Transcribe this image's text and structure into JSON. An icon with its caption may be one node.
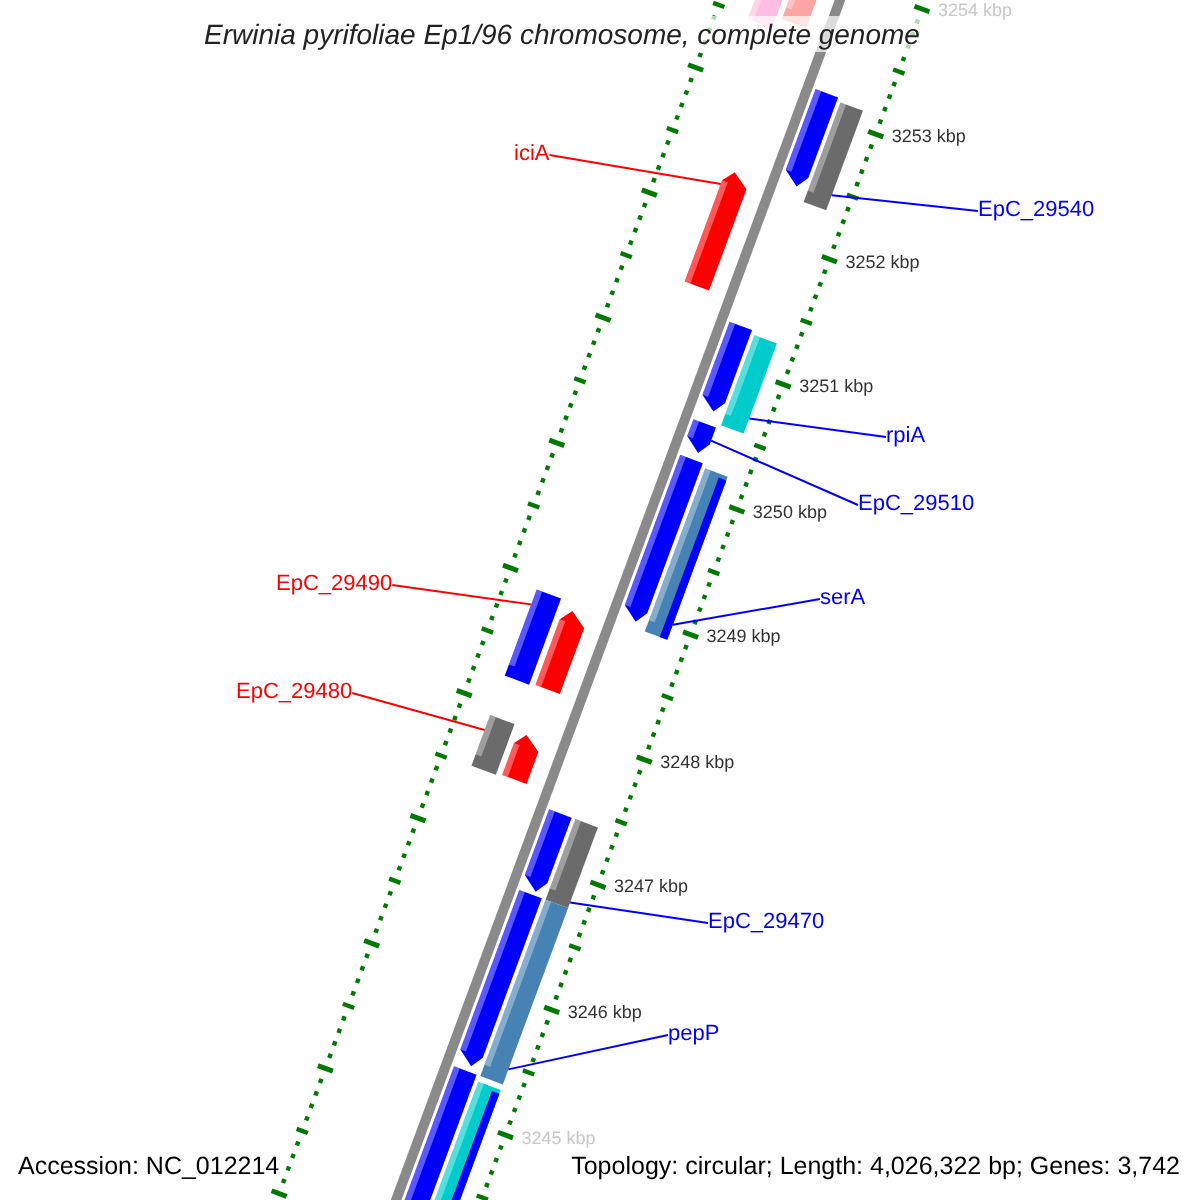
{
  "diagram": {
    "title": "Erwinia pyrifoliae Ep1/96 chromosome, complete genome",
    "nodes": [
      {
        "text": [
          "iciA"
        ]
      },
      {
        "text": [
          "EpC_29540"
        ]
      },
      {
        "text": [
          "rpiA"
        ]
      },
      {
        "text": [
          "EpC_29510"
        ]
      },
      {
        "text": [
          "serA"
        ]
      },
      {
        "text": [
          "EpC_29490"
        ]
      },
      {
        "text": [
          "EpC_29480"
        ]
      },
      {
        "text": [
          "EpC_29470"
        ]
      },
      {
        "text": [
          "pepP"
        ]
      },
      {
        "text": [],
        "shape": "arrow"
      },
      {
        "text": [],
        "shape": "box"
      },
      {
        "text": [],
        "shape": "box"
      },
      {
        "text": [],
        "shape": "arrow"
      },
      {
        "text": [],
        "shape": "box"
      },
      {
        "text": [],
        "shape": "box"
      },
      {
        "text": [],
        "shape": "box"
      },
      {
        "text": [],
        "shape": "box"
      },
      {
        "text": [],
        "shape": "box"
      }
    ],
    "edges": [
      {
        "from": 0,
        "to": 9,
        "arrow": "none",
        "color": "#ff0000"
      },
      {
        "from": 1,
        "to": 10,
        "arrow": "none"
      },
      {
        "from": 2,
        "to": 11,
        "arrow": "none"
      },
      {
        "from": 3,
        "to": 12,
        "arrow": "none"
      },
      {
        "from": 4,
        "to": 13,
        "arrow": "none"
      },
      {
        "from": 5,
        "to": 14,
        "arrow": "none",
        "color": "#ff0000"
      },
      {
        "from": 6,
        "to": 15,
        "arrow": "none",
        "color": "#ff0000"
      },
      {
        "from": 7,
        "to": 16,
        "arrow": "none"
      },
      {
        "from": 8,
        "to": 17,
        "arrow": "none"
      }
    ],
    "labels": [
      "3254 kbp",
      "3253 kbp",
      "3252 kbp",
      "3251 kbp",
      "3250 kbp",
      "3249 kbp",
      "3248 kbp",
      "3247 kbp",
      "3246 kbp",
      "3245 kbp",
      "Accession: NC_012214",
      "Topology: circular; Length: 4,026,322 bp; Genes: 3,742"
    ]
  }
}
